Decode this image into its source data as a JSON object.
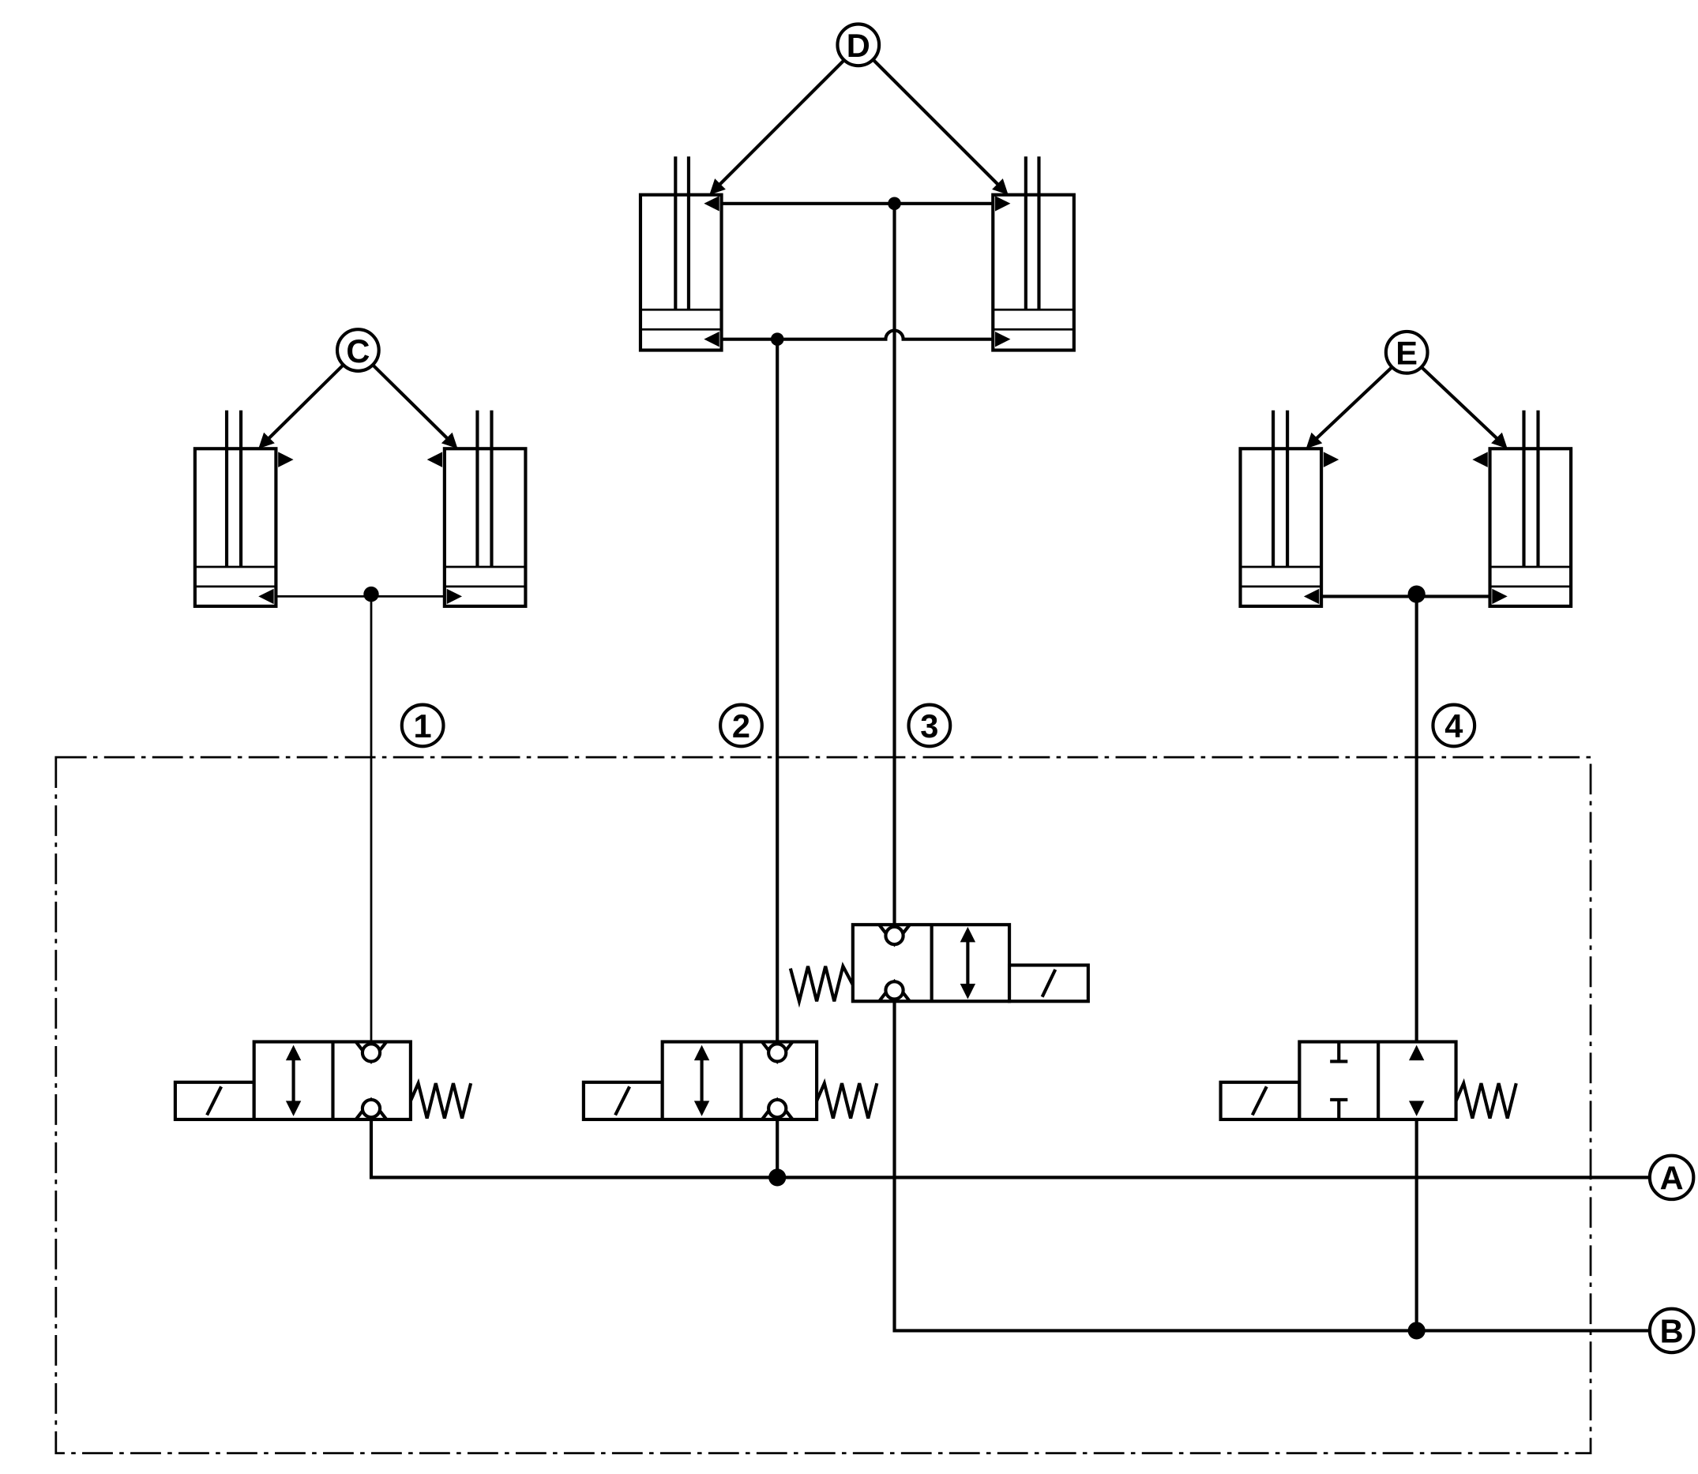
{
  "labels": {
    "C": "C",
    "D": "D",
    "E": "E",
    "A": "A",
    "B": "B",
    "n1": "1",
    "n2": "2",
    "n3": "3",
    "n4": "4"
  },
  "colors": {
    "line": "#000000",
    "background": "#ffffff"
  }
}
